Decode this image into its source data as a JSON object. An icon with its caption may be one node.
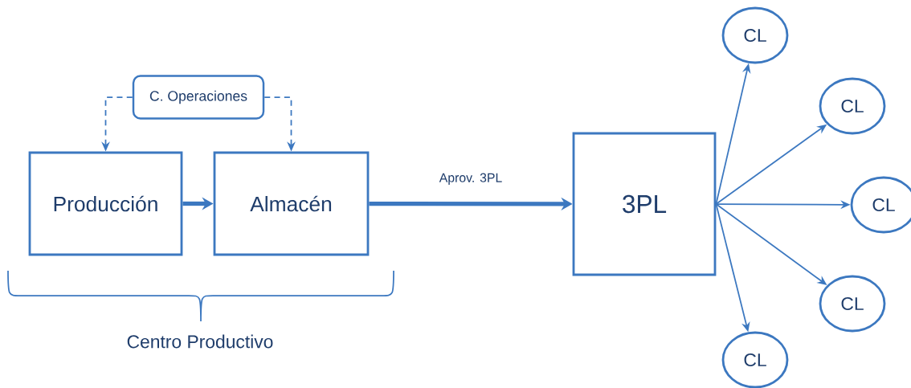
{
  "diagram": {
    "nodes": [
      {
        "text": [
          "C. Operaciones"
        ]
      },
      {
        "text": [
          "Producción"
        ]
      },
      {
        "text": [
          "Almacén"
        ]
      },
      {
        "text": [
          "3PL"
        ]
      },
      {
        "text": [
          "CL"
        ]
      },
      {
        "text": [
          "CL"
        ]
      },
      {
        "text": [
          "CL"
        ]
      },
      {
        "text": [
          "CL"
        ]
      },
      {
        "text": [
          "CL"
        ]
      }
    ],
    "edges": [
      {
        "from": 0,
        "to": 1,
        "arrow": "to",
        "style": "dashed"
      },
      {
        "from": 0,
        "to": 2,
        "arrow": "to",
        "style": "dashed"
      },
      {
        "from": 1,
        "to": 2,
        "arrow": "to",
        "style": "thick"
      },
      {
        "from": 2,
        "to": 3,
        "arrow": "to",
        "style": "thick",
        "label": "Aprov. 3PL"
      },
      {
        "from": 3,
        "to": 4,
        "arrow": "to"
      },
      {
        "from": 3,
        "to": 5,
        "arrow": "to"
      },
      {
        "from": 3,
        "to": 6,
        "arrow": "to"
      },
      {
        "from": 3,
        "to": 7,
        "arrow": "to"
      },
      {
        "from": 3,
        "to": 8,
        "arrow": "to"
      }
    ],
    "labels": [
      "Centro Productivo"
    ]
  }
}
